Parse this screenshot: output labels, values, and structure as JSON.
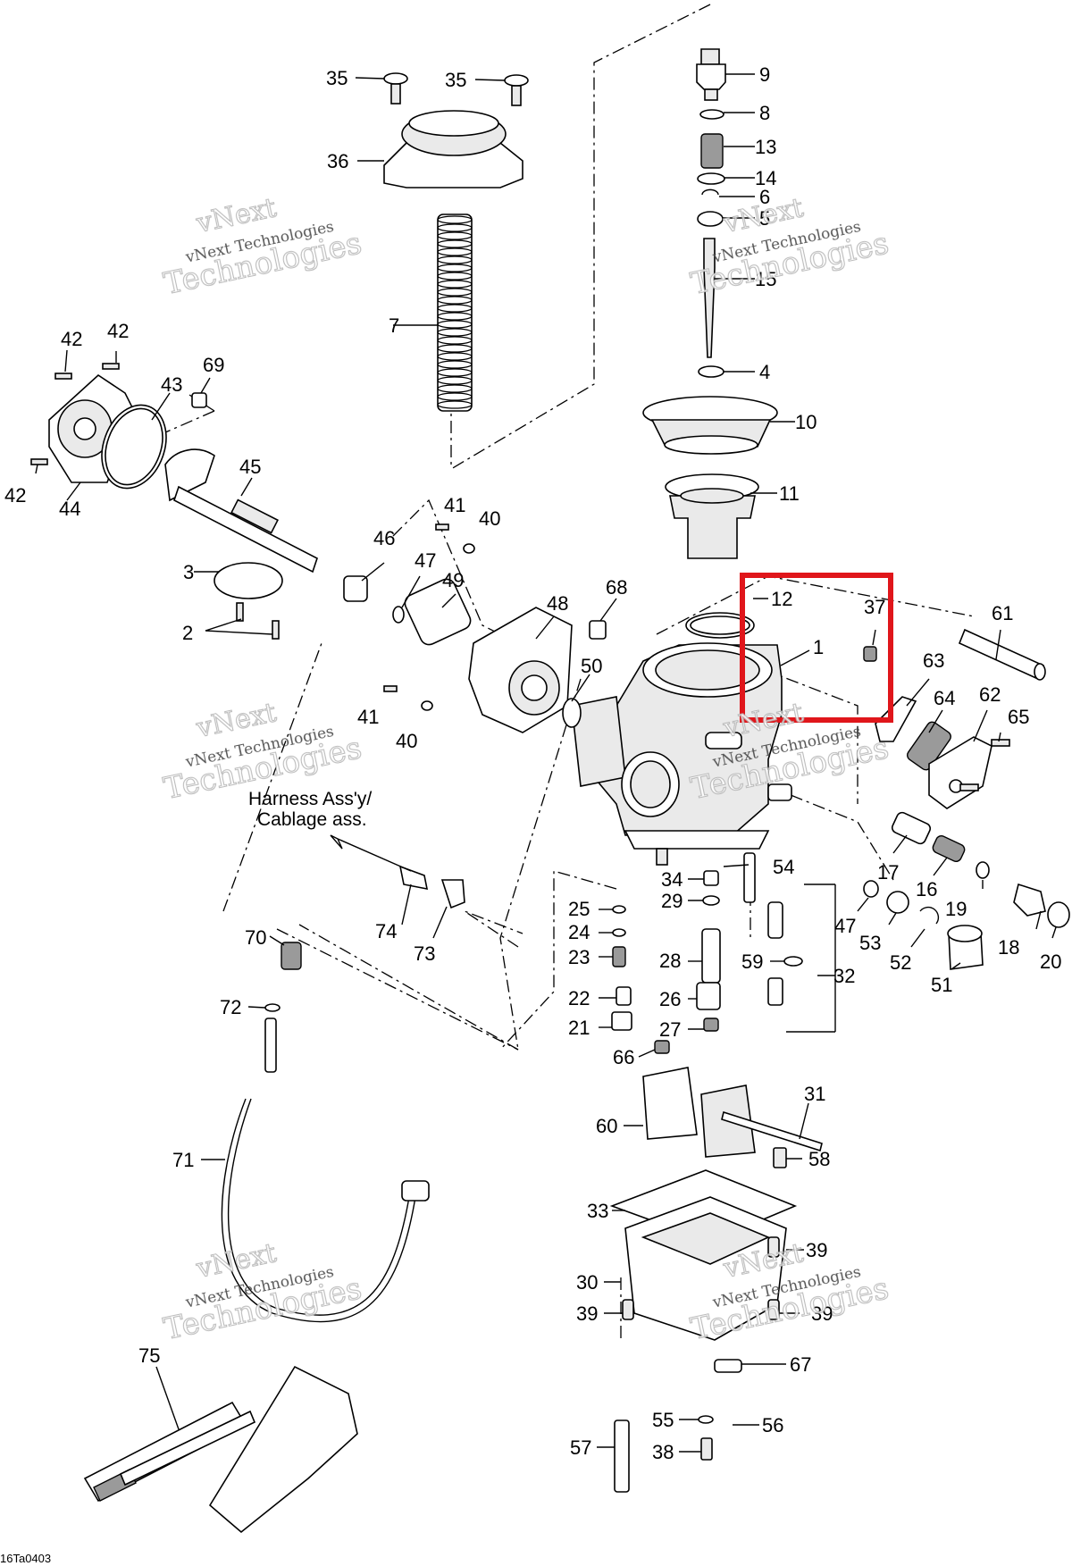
{
  "diagram": {
    "drawing_code": "16Ta0403",
    "caption_lines": [
      "Harness Ass'y/",
      "Cablage ass."
    ],
    "watermark": {
      "line1": "vNext",
      "line2": "vNext Technologies",
      "line3": "Technologies"
    },
    "highlight_color": "#e0161b",
    "highlighted_parts": [
      "12",
      "37",
      "1"
    ]
  },
  "callouts": [
    {
      "id": "c35a",
      "label": "35"
    },
    {
      "id": "c35b",
      "label": "35"
    },
    {
      "id": "c36",
      "label": "36"
    },
    {
      "id": "c7",
      "label": "7"
    },
    {
      "id": "c9",
      "label": "9"
    },
    {
      "id": "c8",
      "label": "8"
    },
    {
      "id": "c13",
      "label": "13"
    },
    {
      "id": "c14",
      "label": "14"
    },
    {
      "id": "c6",
      "label": "6"
    },
    {
      "id": "c5",
      "label": "5"
    },
    {
      "id": "c15",
      "label": "15"
    },
    {
      "id": "c4",
      "label": "4"
    },
    {
      "id": "c10",
      "label": "10"
    },
    {
      "id": "c11",
      "label": "11"
    },
    {
      "id": "c42a",
      "label": "42"
    },
    {
      "id": "c42b",
      "label": "42"
    },
    {
      "id": "c42c",
      "label": "42"
    },
    {
      "id": "c43",
      "label": "43"
    },
    {
      "id": "c69",
      "label": "69"
    },
    {
      "id": "c44",
      "label": "44"
    },
    {
      "id": "c45",
      "label": "45"
    },
    {
      "id": "c41a",
      "label": "41"
    },
    {
      "id": "c40a",
      "label": "40"
    },
    {
      "id": "c46",
      "label": "46"
    },
    {
      "id": "c47a",
      "label": "47"
    },
    {
      "id": "c49",
      "label": "49"
    },
    {
      "id": "c3",
      "label": "3"
    },
    {
      "id": "c2",
      "label": "2"
    },
    {
      "id": "c48",
      "label": "48"
    },
    {
      "id": "c68",
      "label": "68"
    },
    {
      "id": "c12",
      "label": "12"
    },
    {
      "id": "c37",
      "label": "37"
    },
    {
      "id": "c1",
      "label": "1"
    },
    {
      "id": "c61",
      "label": "61"
    },
    {
      "id": "c63",
      "label": "63"
    },
    {
      "id": "c64",
      "label": "64"
    },
    {
      "id": "c62",
      "label": "62"
    },
    {
      "id": "c65",
      "label": "65"
    },
    {
      "id": "c50",
      "label": "50"
    },
    {
      "id": "c41b",
      "label": "41"
    },
    {
      "id": "c40b",
      "label": "40"
    },
    {
      "id": "c17",
      "label": "17"
    },
    {
      "id": "c16",
      "label": "16"
    },
    {
      "id": "c19",
      "label": "19"
    },
    {
      "id": "c47b",
      "label": "47"
    },
    {
      "id": "c53",
      "label": "53"
    },
    {
      "id": "c52",
      "label": "52"
    },
    {
      "id": "c51",
      "label": "51"
    },
    {
      "id": "c18",
      "label": "18"
    },
    {
      "id": "c20",
      "label": "20"
    },
    {
      "id": "c34",
      "label": "34"
    },
    {
      "id": "c54",
      "label": "54"
    },
    {
      "id": "c29",
      "label": "29"
    },
    {
      "id": "c25",
      "label": "25"
    },
    {
      "id": "c24",
      "label": "24"
    },
    {
      "id": "c23",
      "label": "23"
    },
    {
      "id": "c28",
      "label": "28"
    },
    {
      "id": "c59",
      "label": "59"
    },
    {
      "id": "c32",
      "label": "32"
    },
    {
      "id": "c22",
      "label": "22"
    },
    {
      "id": "c26",
      "label": "26"
    },
    {
      "id": "c21",
      "label": "21"
    },
    {
      "id": "c27",
      "label": "27"
    },
    {
      "id": "c66",
      "label": "66"
    },
    {
      "id": "c74",
      "label": "74"
    },
    {
      "id": "c73",
      "label": "73"
    },
    {
      "id": "c70",
      "label": "70"
    },
    {
      "id": "c72",
      "label": "72"
    },
    {
      "id": "c71",
      "label": "71"
    },
    {
      "id": "c60",
      "label": "60"
    },
    {
      "id": "c31",
      "label": "31"
    },
    {
      "id": "c58",
      "label": "58"
    },
    {
      "id": "c33",
      "label": "33"
    },
    {
      "id": "c39a",
      "label": "39"
    },
    {
      "id": "c30",
      "label": "30"
    },
    {
      "id": "c39b",
      "label": "39"
    },
    {
      "id": "c39c",
      "label": "39"
    },
    {
      "id": "c67",
      "label": "67"
    },
    {
      "id": "c75",
      "label": "75"
    },
    {
      "id": "c55",
      "label": "55"
    },
    {
      "id": "c56",
      "label": "56"
    },
    {
      "id": "c57",
      "label": "57"
    },
    {
      "id": "c38",
      "label": "38"
    }
  ]
}
